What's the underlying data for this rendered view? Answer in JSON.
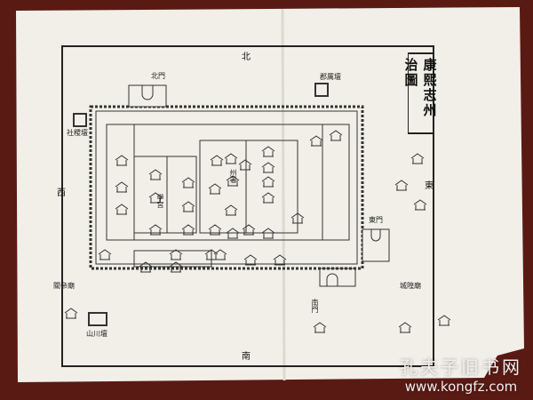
{
  "map": {
    "title": "康熙志州治圖",
    "directions": {
      "north": "北",
      "south": "南",
      "east": "東",
      "west": "西"
    },
    "labels": {
      "north_gate": "北門",
      "east_gate": "東門",
      "south_gate": "南門",
      "sheji_altar": "社稷壇",
      "li_altar": "郡厲壇",
      "shanchuan_altar": "山川壇",
      "temple_west": "關帝廟",
      "temple_east": "城隍廟",
      "yamen": "州署",
      "school": "學宮"
    }
  },
  "watermark": {
    "name": "孔夫子旧书网",
    "url": "www.kongfz.com"
  }
}
